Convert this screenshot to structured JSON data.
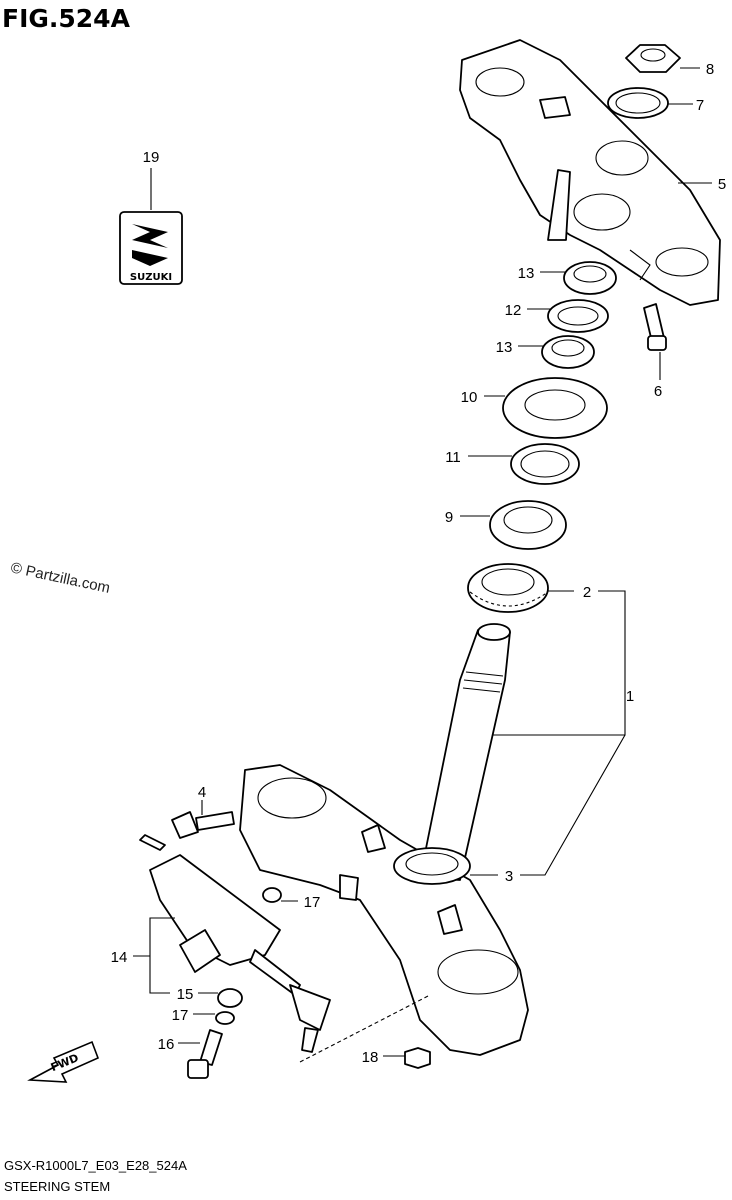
{
  "figure": {
    "title": "FIG.524A"
  },
  "watermark": "© Partzilla.com",
  "footer": {
    "model_code": "GSX-R1000L7_E03_E28_524A",
    "caption": "STEERING STEM"
  },
  "logo": {
    "text": "SUZUKI"
  },
  "fwd": {
    "text": "FWD"
  },
  "callouts": [
    {
      "id": "c1",
      "text": "1"
    },
    {
      "id": "c2",
      "text": "2"
    },
    {
      "id": "c3",
      "text": "3"
    },
    {
      "id": "c4",
      "text": "4"
    },
    {
      "id": "c5",
      "text": "5"
    },
    {
      "id": "c6",
      "text": "6"
    },
    {
      "id": "c7",
      "text": "7"
    },
    {
      "id": "c8",
      "text": "8"
    },
    {
      "id": "c9",
      "text": "9"
    },
    {
      "id": "c10",
      "text": "10"
    },
    {
      "id": "c11",
      "text": "11"
    },
    {
      "id": "c12",
      "text": "12"
    },
    {
      "id": "c13a",
      "text": "13"
    },
    {
      "id": "c13b",
      "text": "13"
    },
    {
      "id": "c14",
      "text": "14"
    },
    {
      "id": "c15",
      "text": "15"
    },
    {
      "id": "c16",
      "text": "16"
    },
    {
      "id": "c17a",
      "text": "17"
    },
    {
      "id": "c17b",
      "text": "17"
    },
    {
      "id": "c18",
      "text": "18"
    },
    {
      "id": "c19",
      "text": "19"
    }
  ]
}
